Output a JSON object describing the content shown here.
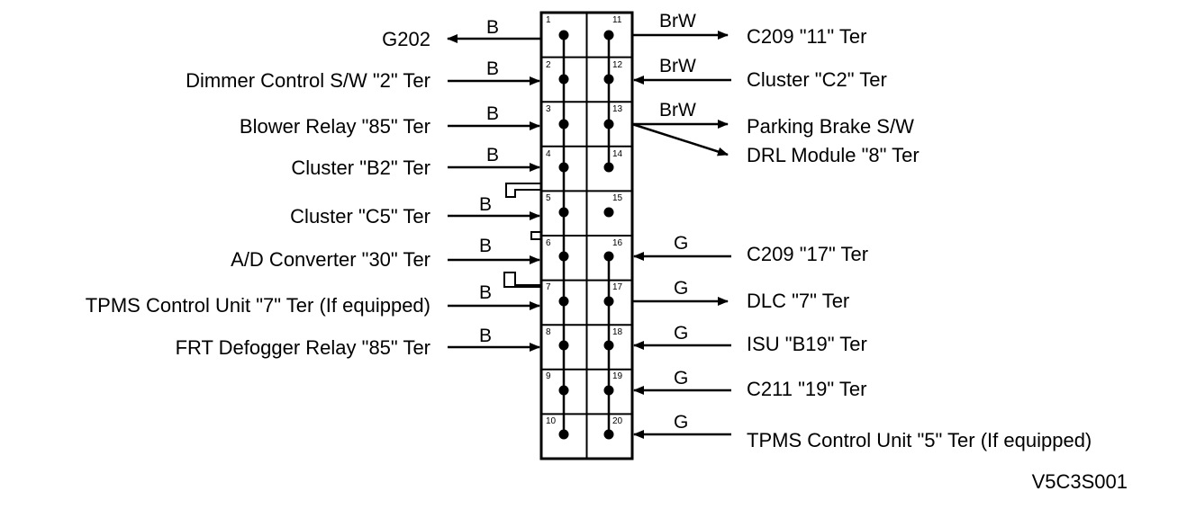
{
  "connector": {
    "pins_left": [
      "1",
      "2",
      "3",
      "4",
      "5",
      "6",
      "7",
      "8",
      "9",
      "10"
    ],
    "pins_right": [
      "11",
      "12",
      "13",
      "14",
      "15",
      "16",
      "17",
      "18",
      "19",
      "20"
    ]
  },
  "left": [
    {
      "label": "G202",
      "wire": "B"
    },
    {
      "label": "Dimmer Control S/W \"2\" Ter",
      "wire": "B"
    },
    {
      "label": "Blower Relay \"85\" Ter",
      "wire": "B"
    },
    {
      "label": "Cluster \"B2\" Ter",
      "wire": "B"
    },
    {
      "label": "Cluster \"C5\" Ter",
      "wire": "B"
    },
    {
      "label": "A/D Converter \"30\" Ter",
      "wire": "B"
    },
    {
      "label": "TPMS Control Unit \"7\" Ter (If equipped)",
      "wire": "B"
    },
    {
      "label": "FRT Defogger Relay \"85\" Ter",
      "wire": "B"
    }
  ],
  "right": [
    {
      "label": "C209 \"11\" Ter",
      "wire": "BrW"
    },
    {
      "label": "Cluster \"C2\" Ter",
      "wire": "BrW"
    },
    {
      "label": "Parking Brake S/W",
      "wire": "BrW"
    },
    {
      "label": "DRL Module \"8\" Ter",
      "wire": ""
    },
    {
      "label": "C209 \"17\" Ter",
      "wire": "G"
    },
    {
      "label": "DLC \"7\" Ter",
      "wire": "G"
    },
    {
      "label": "ISU \"B19\" Ter",
      "wire": "G"
    },
    {
      "label": "C211 \"19\" Ter",
      "wire": "G"
    },
    {
      "label": "TPMS Control Unit \"5\" Ter (If equipped)",
      "wire": "G"
    }
  ],
  "code": "V5C3S001"
}
